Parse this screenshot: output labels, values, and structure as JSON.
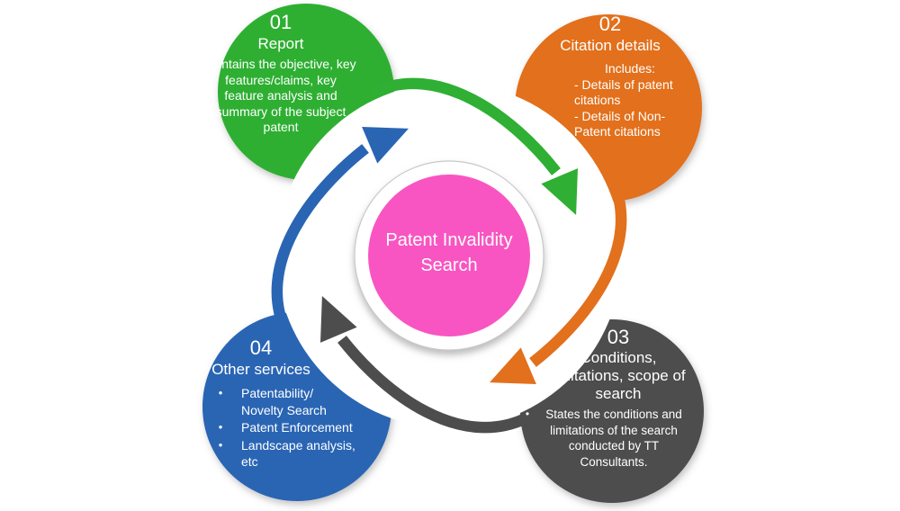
{
  "diagram": {
    "title_hint": "Patent Invalidity Search process diagram",
    "bullet_glyph": "•",
    "center": {
      "label": "Patent Invalidity Search",
      "color": "#F855C2"
    },
    "nodes": [
      {
        "number": "01",
        "title": "Report",
        "color": "#2FAF33",
        "description": "Contains the objective, key features/claims, key feature analysis and summary of the subject patent"
      },
      {
        "number": "02",
        "title": "Citation details",
        "color": "#E2701D",
        "intro": "Includes:",
        "items": [
          "- Details of patent citations",
          "- Details of Non-Patent citations"
        ]
      },
      {
        "number": "03",
        "title": "Conditions, limitations, scope of search",
        "color": "#4D4D4D",
        "items": [
          "States the conditions and limitations of the search conducted by TT Consultants."
        ]
      },
      {
        "number": "04",
        "title": "Other services",
        "color": "#2A65B4",
        "items": [
          "Patentability/ Novelty Search",
          "Patent Enforcement",
          "Landscape analysis, etc"
        ]
      }
    ]
  }
}
